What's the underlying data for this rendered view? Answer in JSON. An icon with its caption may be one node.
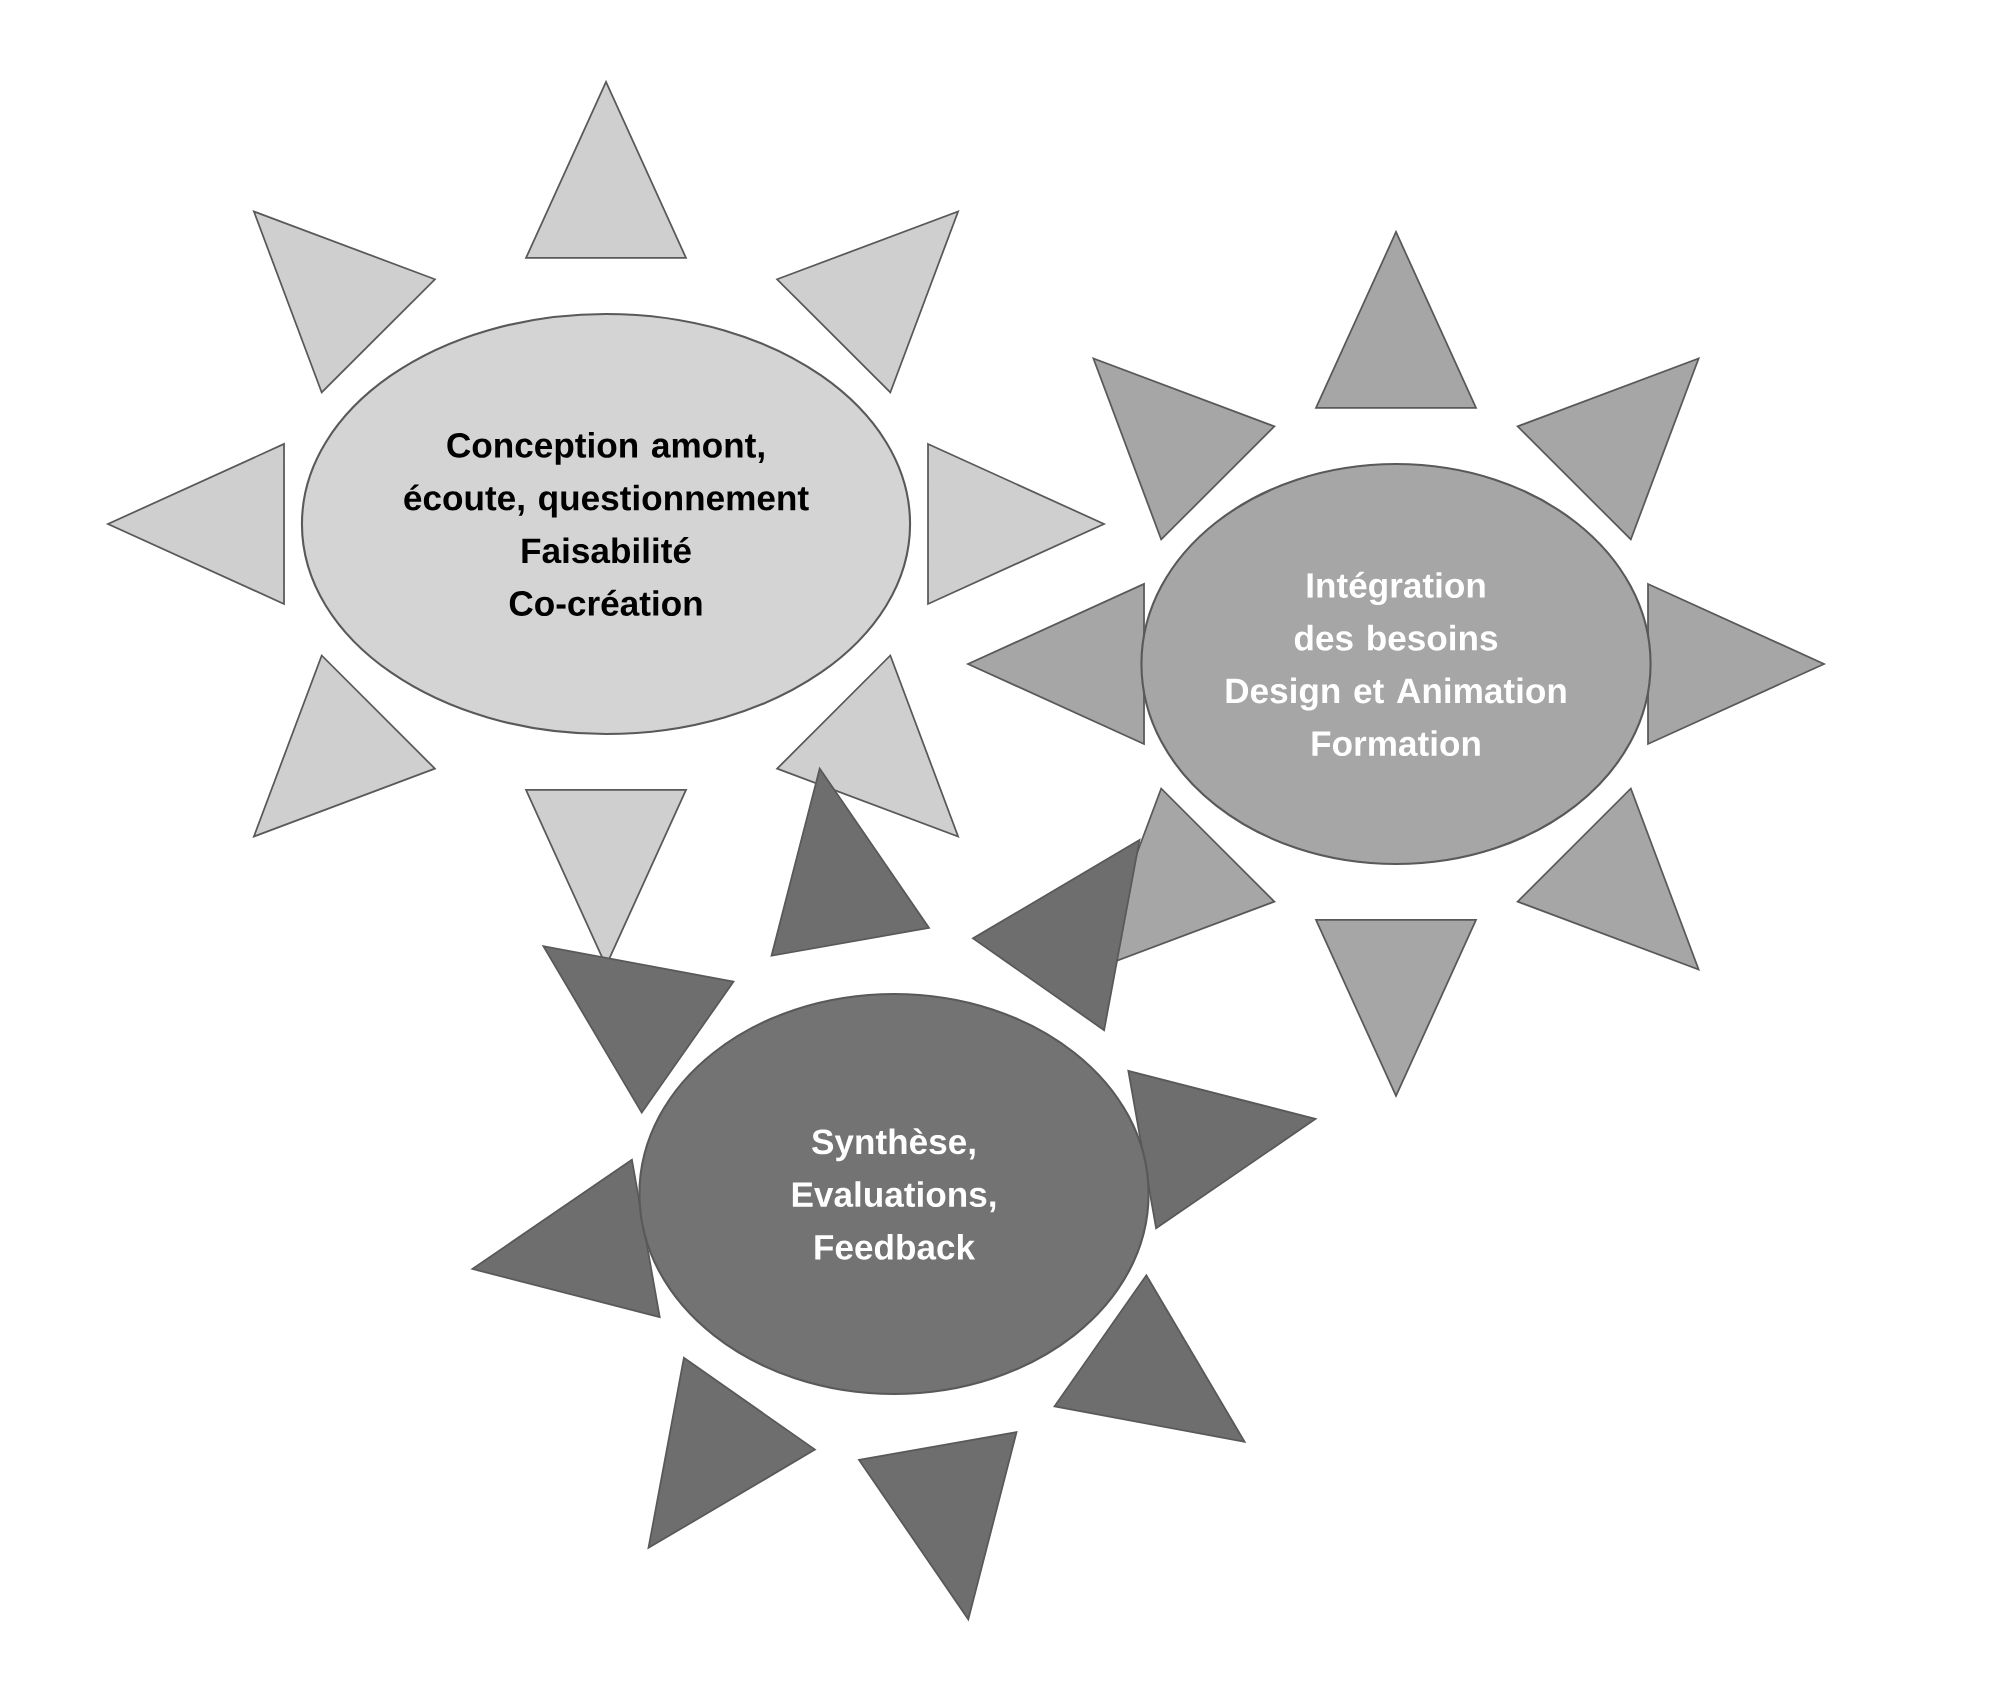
{
  "diagram": {
    "nodes": [
      {
        "text": [
          "Conception amont, écoute, questionnement",
          "Faisabilité",
          "Co-création"
        ]
      },
      {
        "text": [
          "Intégration des besoins",
          "Design et Animation",
          "Formation"
        ]
      },
      {
        "text": [
          "Synthèse, Evaluations, Feedback"
        ]
      }
    ]
  }
}
